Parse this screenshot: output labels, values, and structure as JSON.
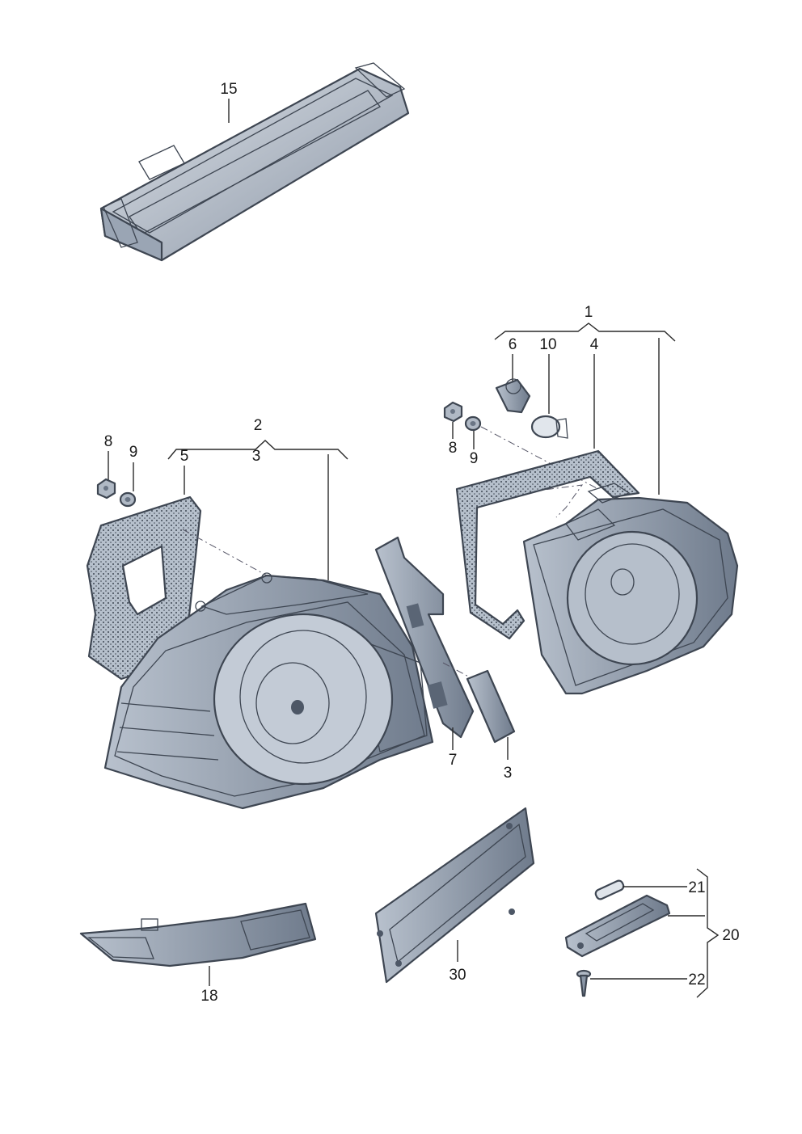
{
  "diagram": {
    "callouts": {
      "c15": "15",
      "c1": "1",
      "c6": "6",
      "c10": "10",
      "c4": "4",
      "c8a": "8",
      "c9a": "9",
      "c2": "2",
      "c3a": "3",
      "c8b": "8",
      "c9b": "9",
      "c5": "5",
      "c7": "7",
      "c3b": "3",
      "c21": "21",
      "c20": "20",
      "c22": "22",
      "c18": "18",
      "c30": "30"
    },
    "colors": {
      "part_fill": "#aab4c2",
      "part_fill_light": "#ccd4de",
      "part_fill_dark": "#7e8a9a",
      "outline": "#3e4652",
      "text": "#1a1a1a"
    }
  }
}
